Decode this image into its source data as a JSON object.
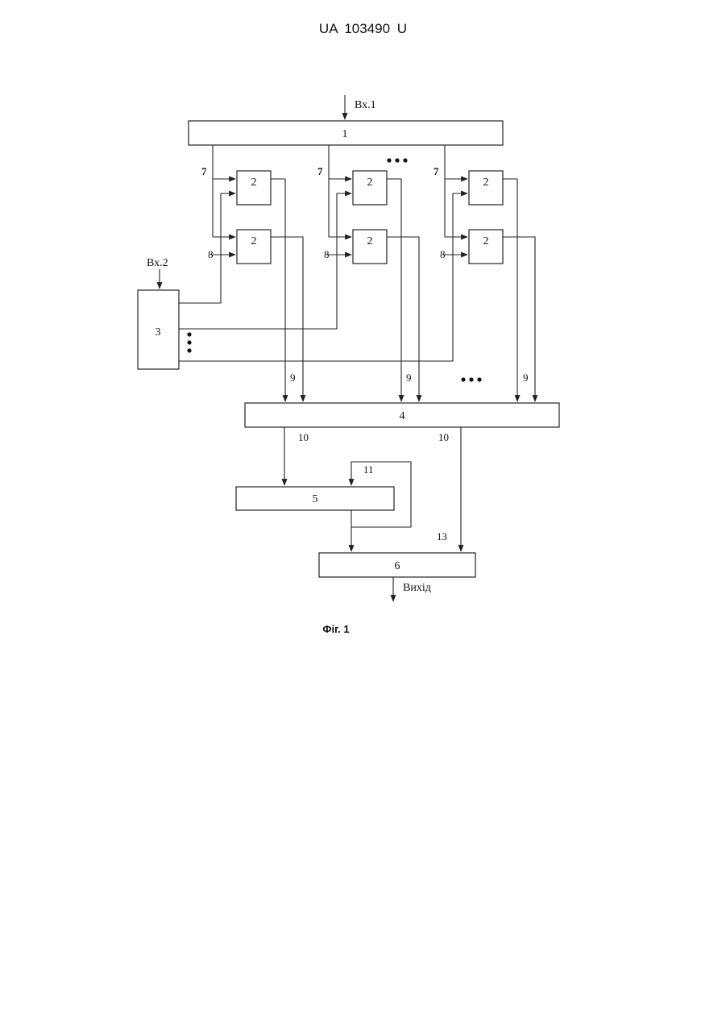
{
  "header": {
    "patent_id": "UA   103490   U"
  },
  "diagram": {
    "input1": "Вх.1",
    "input2": "Вх.2",
    "output": "Вихід",
    "block1": "1",
    "block2": "2",
    "block3": "3",
    "block4": "4",
    "block5": "5",
    "block6": "6",
    "line7": "7",
    "line8": "8",
    "line9": "9",
    "line10": "10",
    "line11": "11",
    "line13": "13"
  },
  "caption": "Фіг. 1"
}
